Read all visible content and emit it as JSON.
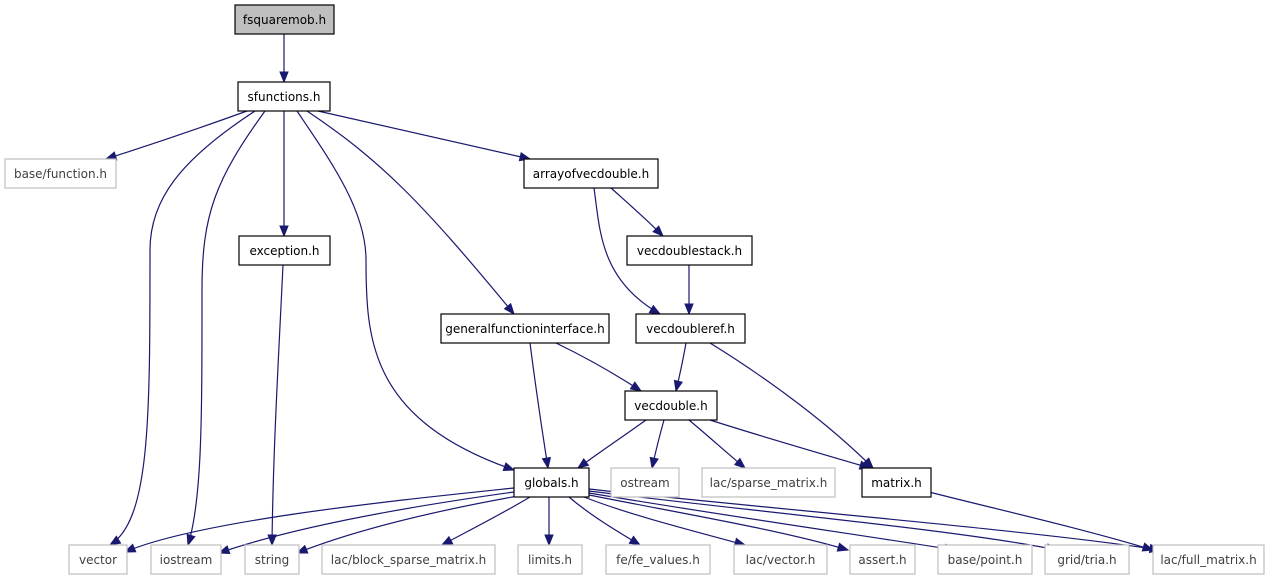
{
  "diagram": {
    "nodes": {
      "fsquaremob": {
        "label": "fsquaremob.h",
        "kind": "root"
      },
      "sfunctions": {
        "label": "sfunctions.h",
        "kind": "documented"
      },
      "base_function": {
        "label": "base/function.h",
        "kind": "external"
      },
      "arrayofvecdouble": {
        "label": "arrayofvecdouble.h",
        "kind": "documented"
      },
      "exception": {
        "label": "exception.h",
        "kind": "documented"
      },
      "vecdoublestack": {
        "label": "vecdoublestack.h",
        "kind": "documented"
      },
      "generalfunctioninterface": {
        "label": "generalfunctioninterface.h",
        "kind": "documented"
      },
      "vecdoubleref": {
        "label": "vecdoubleref.h",
        "kind": "documented"
      },
      "vecdouble": {
        "label": "vecdouble.h",
        "kind": "documented"
      },
      "globals": {
        "label": "globals.h",
        "kind": "documented"
      },
      "ostream": {
        "label": "ostream",
        "kind": "external"
      },
      "lac_sparse_matrix": {
        "label": "lac/sparse_matrix.h",
        "kind": "external"
      },
      "matrix": {
        "label": "matrix.h",
        "kind": "documented"
      },
      "vector": {
        "label": "vector",
        "kind": "external"
      },
      "iostream": {
        "label": "iostream",
        "kind": "external"
      },
      "string": {
        "label": "string",
        "kind": "external"
      },
      "lac_block_sparse_matrix": {
        "label": "lac/block_sparse_matrix.h",
        "kind": "external"
      },
      "limits": {
        "label": "limits.h",
        "kind": "external"
      },
      "fe_fe_values": {
        "label": "fe/fe_values.h",
        "kind": "external"
      },
      "lac_vector": {
        "label": "lac/vector.h",
        "kind": "external"
      },
      "assert": {
        "label": "assert.h",
        "kind": "external"
      },
      "base_point": {
        "label": "base/point.h",
        "kind": "external"
      },
      "grid_tria": {
        "label": "grid/tria.h",
        "kind": "external"
      },
      "lac_full_matrix": {
        "label": "lac/full_matrix.h",
        "kind": "external"
      }
    },
    "edges": [
      [
        "fsquaremob",
        "sfunctions"
      ],
      [
        "sfunctions",
        "base_function"
      ],
      [
        "sfunctions",
        "vector"
      ],
      [
        "sfunctions",
        "iostream"
      ],
      [
        "sfunctions",
        "exception"
      ],
      [
        "sfunctions",
        "globals"
      ],
      [
        "sfunctions",
        "generalfunctioninterface"
      ],
      [
        "sfunctions",
        "arrayofvecdouble"
      ],
      [
        "arrayofvecdouble",
        "vecdoublestack"
      ],
      [
        "arrayofvecdouble",
        "vecdoubleref"
      ],
      [
        "vecdoublestack",
        "vecdoubleref"
      ],
      [
        "exception",
        "string"
      ],
      [
        "generalfunctioninterface",
        "globals"
      ],
      [
        "generalfunctioninterface",
        "vecdouble"
      ],
      [
        "vecdoubleref",
        "vecdouble"
      ],
      [
        "vecdoubleref",
        "matrix"
      ],
      [
        "vecdouble",
        "globals"
      ],
      [
        "vecdouble",
        "ostream"
      ],
      [
        "vecdouble",
        "lac_sparse_matrix"
      ],
      [
        "vecdouble",
        "matrix"
      ],
      [
        "matrix",
        "lac_full_matrix"
      ],
      [
        "globals",
        "vector"
      ],
      [
        "globals",
        "iostream"
      ],
      [
        "globals",
        "string"
      ],
      [
        "globals",
        "lac_block_sparse_matrix"
      ],
      [
        "globals",
        "limits"
      ],
      [
        "globals",
        "fe_fe_values"
      ],
      [
        "globals",
        "lac_vector"
      ],
      [
        "globals",
        "assert"
      ],
      [
        "globals",
        "base_point"
      ],
      [
        "globals",
        "grid_tria"
      ],
      [
        "globals",
        "lac_full_matrix"
      ]
    ]
  }
}
